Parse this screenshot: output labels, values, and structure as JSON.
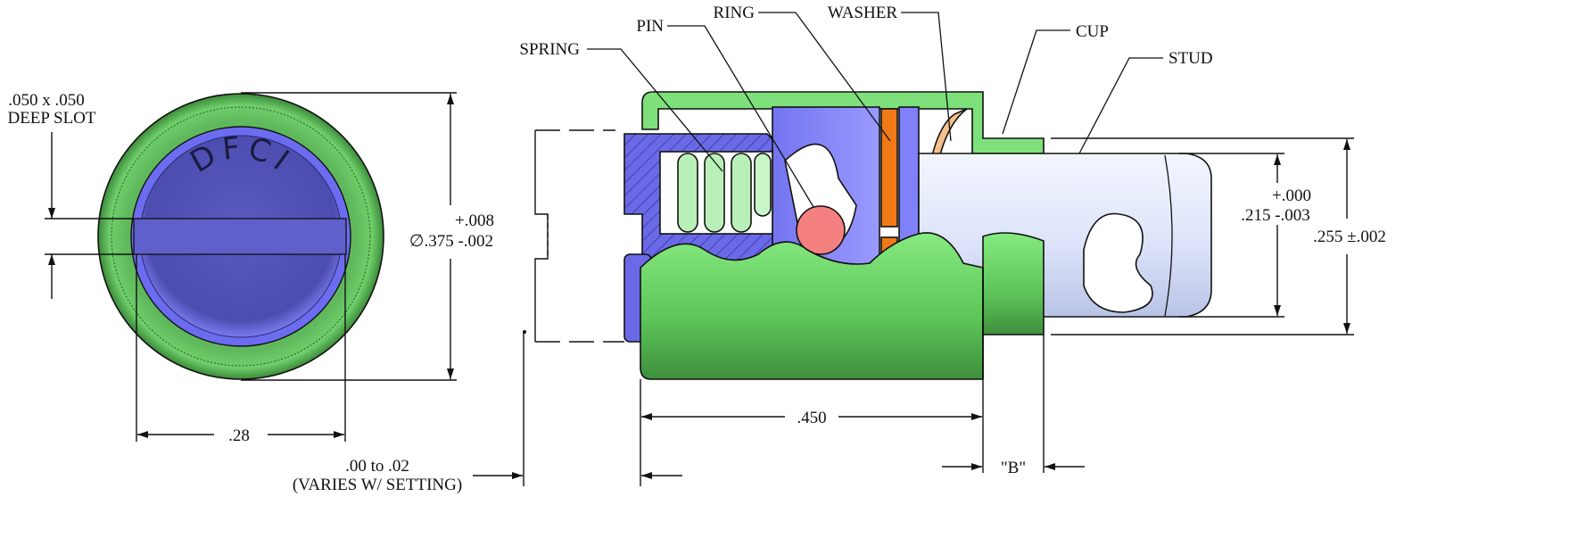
{
  "end_view": {
    "slot_label_line1": ".050 x .050",
    "slot_label_line2": "DEEP SLOT",
    "diameter_tol_plus": "+.008",
    "diameter_value": "∅.375 -.002",
    "slot_width": ".28",
    "engraving": "DFCI"
  },
  "section_view": {
    "labels": {
      "spring": "SPRING",
      "pin": "PIN",
      "ring": "RING",
      "washer": "WASHER",
      "cup": "CUP",
      "stud": "STUD"
    },
    "dim_length": ".450",
    "dim_b": "\"B\"",
    "dim_stud_tol_plus": "+.000",
    "dim_stud_value": ".215 -.003",
    "dim_overall_dia": ".255 ±.002",
    "setting_line1": ".00 to .02",
    "setting_line2": "(VARIES W/ SETTING)"
  },
  "colors": {
    "green_light": "#7ee07a",
    "green_dark": "#4a9a48",
    "blue": "#6a6ae8",
    "blue_dark": "#3a3aa8",
    "stud": "#dfe6fb",
    "orange": "#f07a18",
    "washer": "#f3c08c",
    "pin": "#f48080",
    "spring": "#b8f0b8"
  }
}
